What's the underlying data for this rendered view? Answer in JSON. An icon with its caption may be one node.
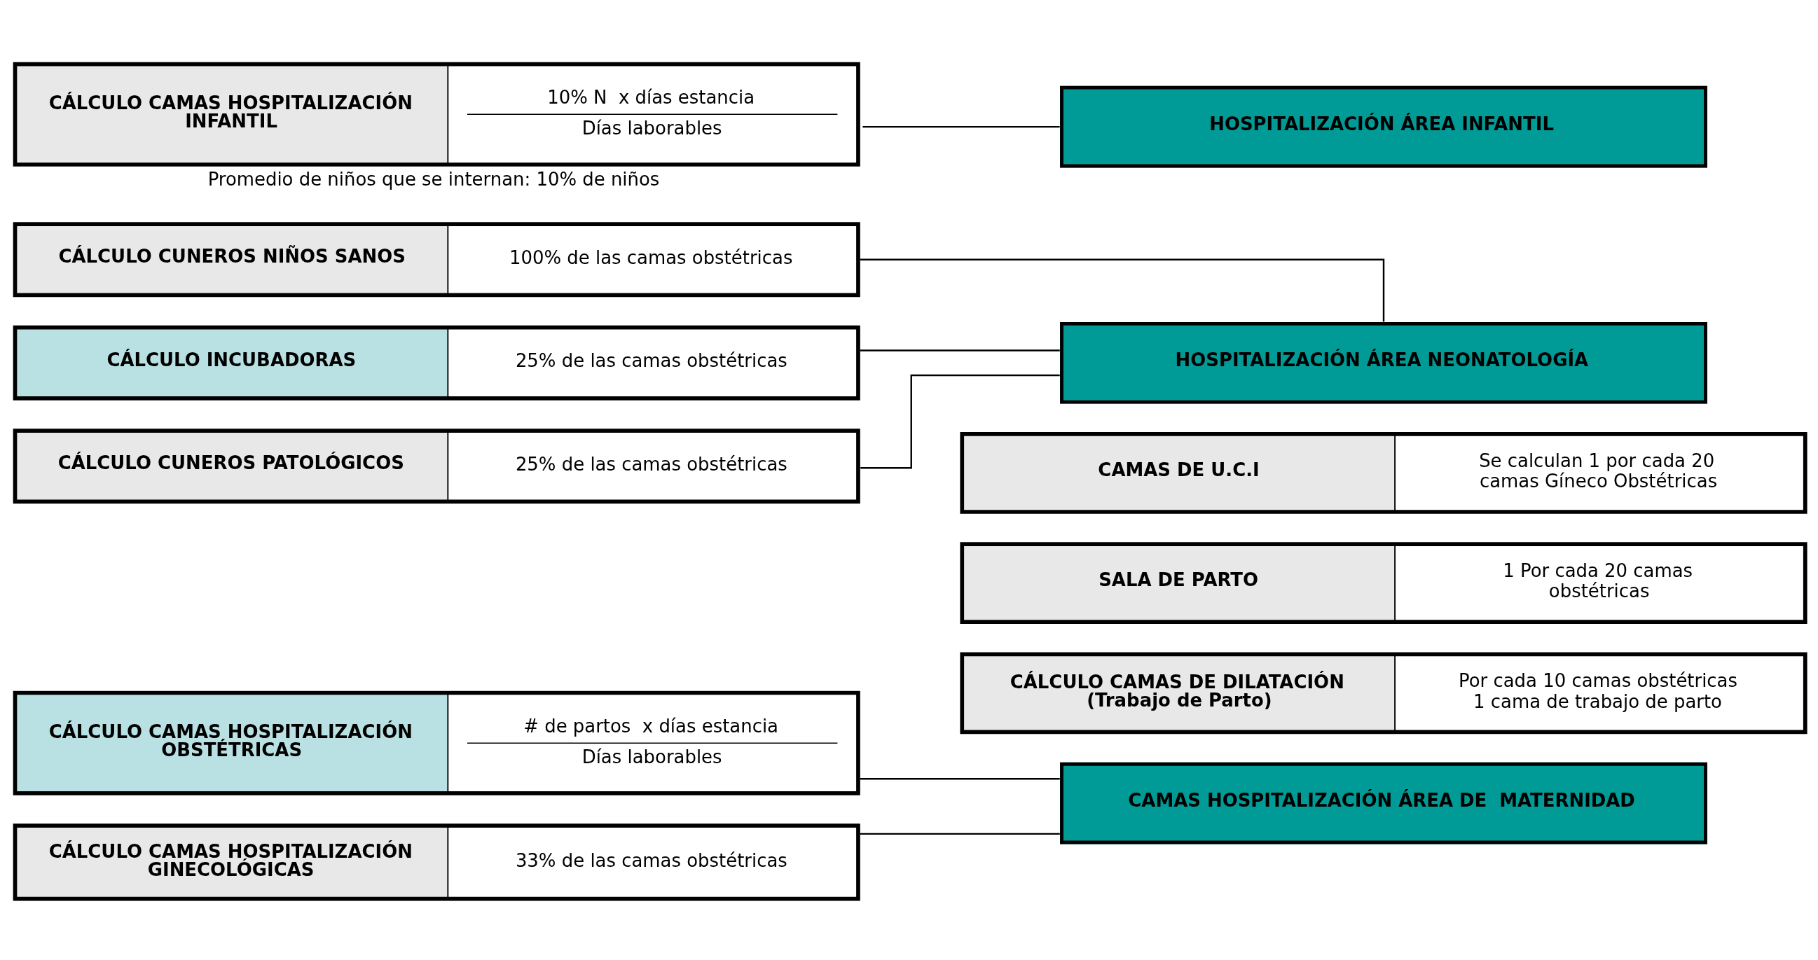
{
  "diagram": {
    "nodes": [
      {
        "text": [
          "CÁLCULO CAMAS HOSPITALIZACIÓN OBSTÉTRICAS",
          "# de partos  x días estancia",
          "Días laborables"
        ]
      },
      {
        "text": [
          "CÁLCULO CAMAS HOSPITALIZACIÓN GINECOLÓGICAS",
          "33% de las camas obstétricas"
        ]
      },
      {
        "text": [
          "CAMAS HOSPITALIZACIÓN ÁREA DE  MATERNIDAD"
        ]
      },
      {
        "text": [
          "CÁLCULO CAMAS DE DILATACIÓN (Trabajo de Parto)",
          "Por cada 10 camas obstétricas 1 cama de trabajo de parto"
        ]
      },
      {
        "text": [
          "SALA DE PARTO",
          "1 Por cada 20 camas obstétricas"
        ]
      },
      {
        "text": [
          "CAMAS DE U.C.I",
          "Se calculan 1 por cada 20 camas Gíneco Obstétricas"
        ]
      },
      {
        "text": [
          "CÁLCULO CUNEROS NIÑOS SANOS",
          "100% de las camas obstétricas"
        ]
      },
      {
        "text": [
          "CÁLCULO INCUBADORAS",
          "25% de las camas obstétricas"
        ]
      },
      {
        "text": [
          "CÁLCULO CUNEROS PATOLÓGICOS",
          "25% de las camas obstétricas"
        ]
      },
      {
        "text": [
          "HOSPITALIZACIÓN ÁREA NEONATOLOGÍA"
        ]
      },
      {
        "text": [
          "CÁLCULO CAMAS HOSPITALIZACIÓN INFANTIL",
          "10% N  x días estancia",
          "Días laborables"
        ],
        "beside": [
          "Promedio de niños que se internan: 10% de niños"
        ]
      },
      {
        "text": [
          "HOSPITALIZACIÓN ÁREA INFANTIL"
        ]
      }
    ],
    "edges": [
      {
        "from": 0,
        "to": 2,
        "arrow": "none"
      },
      {
        "from": 1,
        "to": 2,
        "arrow": "none"
      },
      {
        "from": 6,
        "to": 9,
        "arrow": "none"
      },
      {
        "from": 7,
        "to": 9,
        "arrow": "none"
      },
      {
        "from": 8,
        "to": 9,
        "arrow": "none"
      },
      {
        "from": 10,
        "to": 11,
        "arrow": "none"
      }
    ]
  }
}
